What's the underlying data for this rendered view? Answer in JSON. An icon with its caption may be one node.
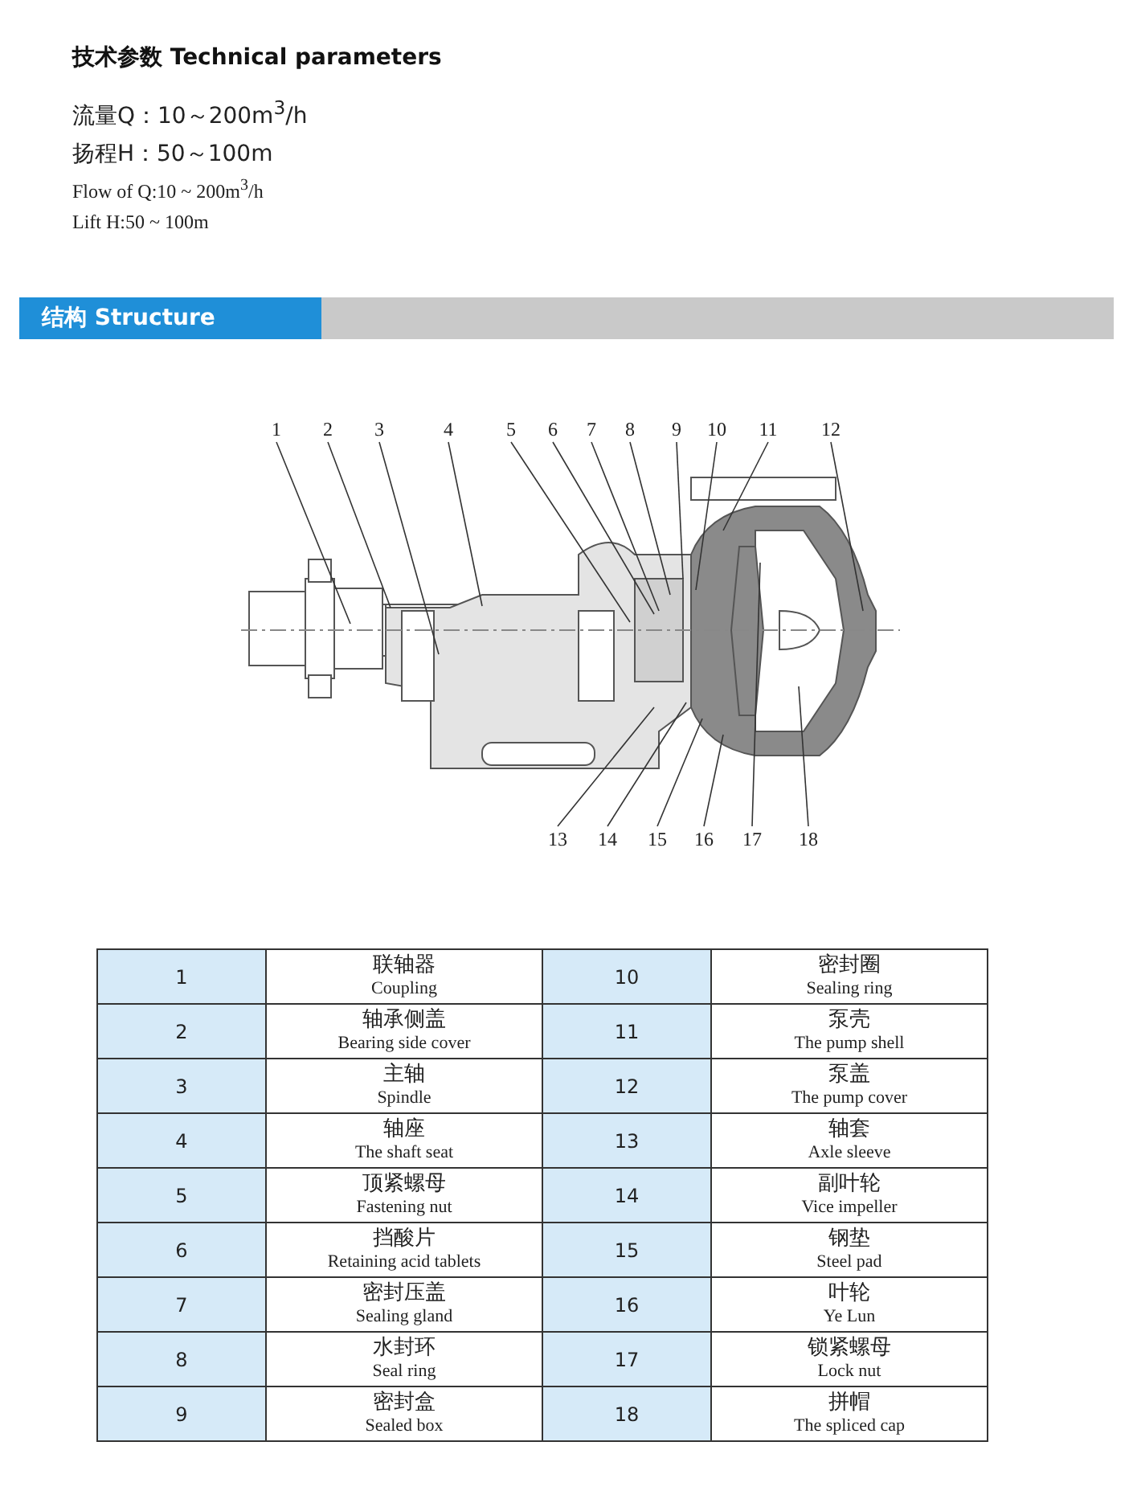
{
  "diagram": {
    "title": "技术参数 Technical parameters",
    "nodes": [
      {
        "text": [
          "1"
        ]
      },
      {
        "text": [
          "2"
        ]
      },
      {
        "text": [
          "3"
        ]
      },
      {
        "text": [
          "4"
        ]
      },
      {
        "text": [
          "5"
        ]
      },
      {
        "text": [
          "6"
        ]
      },
      {
        "text": [
          "7"
        ]
      },
      {
        "text": [
          "8"
        ]
      },
      {
        "text": [
          "9"
        ]
      },
      {
        "text": [
          "10"
        ]
      },
      {
        "text": [
          "11"
        ]
      },
      {
        "text": [
          "12"
        ]
      },
      {
        "text": [
          "13"
        ]
      },
      {
        "text": [
          "14"
        ]
      },
      {
        "text": [
          "15"
        ]
      },
      {
        "text": [
          "16"
        ]
      },
      {
        "text": [
          "17"
        ]
      },
      {
        "text": [
          "18"
        ]
      }
    ],
    "edges": [
      {
        "from": 0,
        "to": null,
        "arrow": "none"
      },
      {
        "from": 1,
        "to": null,
        "arrow": "none"
      },
      {
        "from": 2,
        "to": null,
        "arrow": "none"
      },
      {
        "from": 3,
        "to": null,
        "arrow": "none"
      },
      {
        "from": 4,
        "to": null,
        "arrow": "none"
      },
      {
        "from": 5,
        "to": null,
        "arrow": "none"
      },
      {
        "from": 6,
        "to": null,
        "arrow": "none"
      },
      {
        "from": 7,
        "to": null,
        "arrow": "none"
      },
      {
        "from": 8,
        "to": null,
        "arrow": "none"
      },
      {
        "from": 9,
        "to": null,
        "arrow": "none"
      },
      {
        "from": 10,
        "to": null,
        "arrow": "none"
      },
      {
        "from": 11,
        "to": null,
        "arrow": "none"
      },
      {
        "from": 12,
        "to": null,
        "arrow": "none"
      },
      {
        "from": 13,
        "to": null,
        "arrow": "none"
      },
      {
        "from": 14,
        "to": null,
        "arrow": "none"
      },
      {
        "from": 15,
        "to": null,
        "arrow": "none"
      },
      {
        "from": 16,
        "to": null,
        "arrow": "none"
      },
      {
        "from": 17,
        "to": null,
        "arrow": "none"
      }
    ],
    "labels": [
      "流量Q：10～200m$^{3}$/h",
      "扬程H：50～100m",
      "Flow of Q:10 ~ 200m$^{3}$/h",
      "Lift H:50 ~ 100m",
      "结构 Structure",
      "1",
      "联轴器",
      "Coupling",
      "10",
      "密封圈",
      "Sealing ring",
      "2",
      "轴承侧盖",
      "Bearing side cover",
      "11",
      "泵壳",
      "The pump shell",
      "3",
      "主轴",
      "Spindle",
      "12",
      "泵盖",
      "The pump cover",
      "4",
      "轴座",
      "The shaft seat",
      "13",
      "轴套",
      "Axle sleeve",
      "5",
      "顶紧螺母",
      "Fastening nut",
      "14",
      "副叶轮",
      "Vice impeller",
      "6",
      "挡酸片",
      "Retaining acid tablets",
      "15",
      "钢垫",
      "Steel pad",
      "7",
      "密封压盖",
      "Sealing gland",
      "16",
      "叶轮",
      "Ye Lun",
      "8",
      "水封环",
      "Seal ring",
      "17",
      "锁紧螺母",
      "Lock nut",
      "9",
      "密封盒",
      "Sealed box",
      "18",
      "拼帽",
      "The spliced cap"
    ]
  }
}
